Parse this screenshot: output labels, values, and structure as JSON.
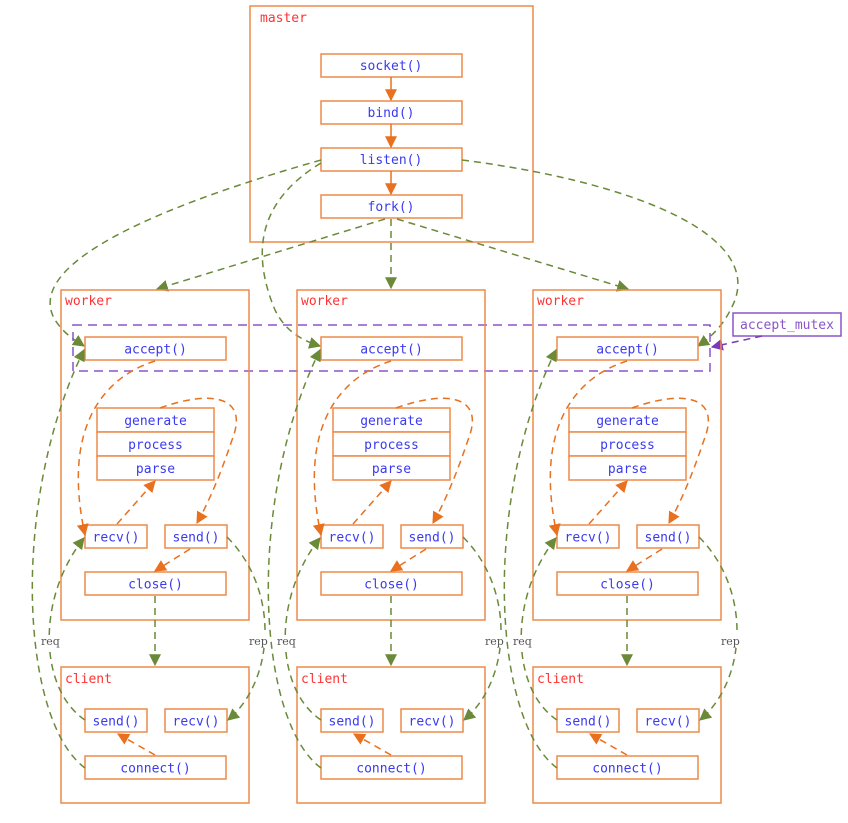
{
  "colors": {
    "box_border": "#ee8a48",
    "title_text": "#ff3333",
    "func_text": "#3a3af0",
    "orange_arrow": "#e8701e",
    "green_arrow": "#6a8a3a",
    "mutex": "#8a55c8"
  },
  "master": {
    "title": "master",
    "functions": [
      "socket()",
      "bind()",
      "listen()",
      "fork()"
    ]
  },
  "workers": [
    {
      "title": "worker",
      "accept": "accept()",
      "stack": [
        "generate",
        "process",
        "parse"
      ],
      "recv": "recv()",
      "send": "send()",
      "close": "close()"
    },
    {
      "title": "worker",
      "accept": "accept()",
      "stack": [
        "generate",
        "process",
        "parse"
      ],
      "recv": "recv()",
      "send": "send()",
      "close": "close()"
    },
    {
      "title": "worker",
      "accept": "accept()",
      "stack": [
        "generate",
        "process",
        "parse"
      ],
      "recv": "recv()",
      "send": "send()",
      "close": "close()"
    }
  ],
  "clients": [
    {
      "title": "client",
      "send": "send()",
      "recv": "recv()",
      "connect": "connect()"
    },
    {
      "title": "client",
      "send": "send()",
      "recv": "recv()",
      "connect": "connect()"
    },
    {
      "title": "client",
      "send": "send()",
      "recv": "recv()",
      "connect": "connect()"
    }
  ],
  "labels": {
    "req": "req",
    "rep": "rep",
    "accept_mutex": "accept_mutex"
  }
}
